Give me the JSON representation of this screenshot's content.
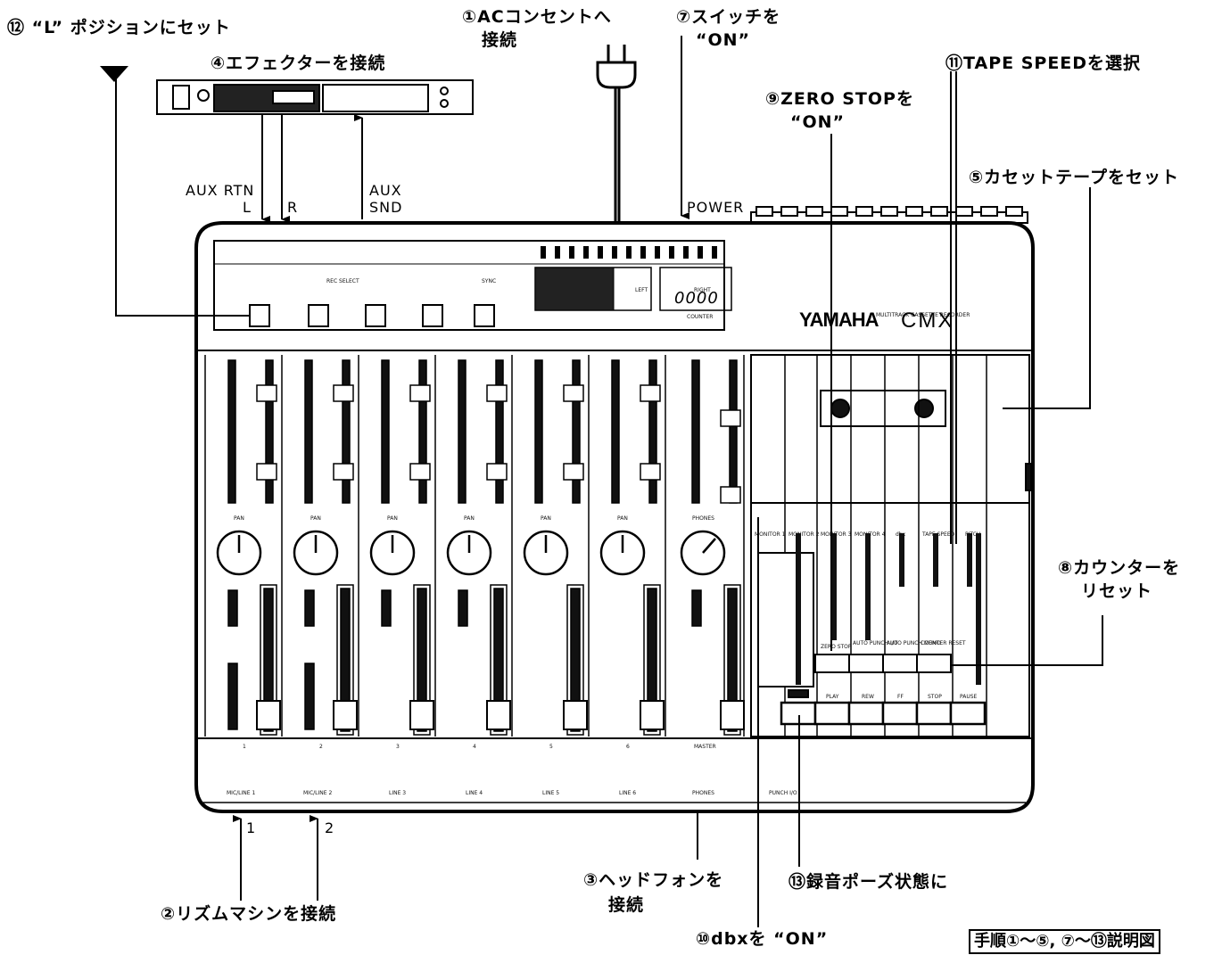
{
  "steps": {
    "s1a": "①ACコンセントへ",
    "s1b": "接続",
    "s2": "②リズムマシンを接続",
    "s3a": "③ヘッドフォンを",
    "s3b": "接続",
    "s4": "④エフェクターを接続",
    "s5": "⑤カセットテープをセット",
    "s7a": "⑦スイッチを",
    "s7b": "“ON”",
    "s8a": "⑧カウンターを",
    "s8b": "リセット",
    "s9a": "⑨ZERO STOPを",
    "s9b": "“ON”",
    "s10": "⑩dbxを “ON”",
    "s11": "⑪TAPE SPEEDを選択",
    "s12": "⑫ “L” ポジションにセット",
    "s13": "⑬録音ポーズ状態に"
  },
  "caption": "手順①〜⑤, ⑦〜⑬説明図",
  "connectors": {
    "aux_rtn": "AUX RTN",
    "l": "L",
    "r": "R",
    "aux": "AUX",
    "snd": "SND",
    "power": "POWER",
    "in1": "1",
    "in2": "2"
  },
  "device": {
    "brand": "YAMAHA",
    "model": "CMX",
    "model_sub": "MULTITRACK CASSETTE RECORDER",
    "rec_select": "REC SELECT",
    "sync": "SYNC",
    "left": "LEFT",
    "right": "RIGHT",
    "counter": "COUNTER",
    "counter_value": "0000",
    "master": "MASTER",
    "channel_numbers": [
      "1",
      "2",
      "3",
      "4",
      "5",
      "6"
    ],
    "jack_labels": [
      "MIC/LINE 1",
      "MIC/LINE 2",
      "LINE 3",
      "LINE 4",
      "LINE 5",
      "LINE 6",
      "PHONES",
      "PUNCH I/O"
    ],
    "transport": [
      "PLAY",
      "REW",
      "FF",
      "STOP",
      "PAUSE"
    ],
    "func_buttons": [
      "ZERO STOP",
      "AUTO PUNCH I/O",
      "AUTO PUNCH MEMO",
      "COUNTER RESET"
    ],
    "monitor_labels": [
      "MONITOR 1",
      "MONITOR 2",
      "MONITOR 3",
      "MONITOR 4",
      "dbx",
      "TAPE SPEED",
      "PITCH"
    ],
    "phones": "PHONES",
    "pan": "PAN"
  }
}
